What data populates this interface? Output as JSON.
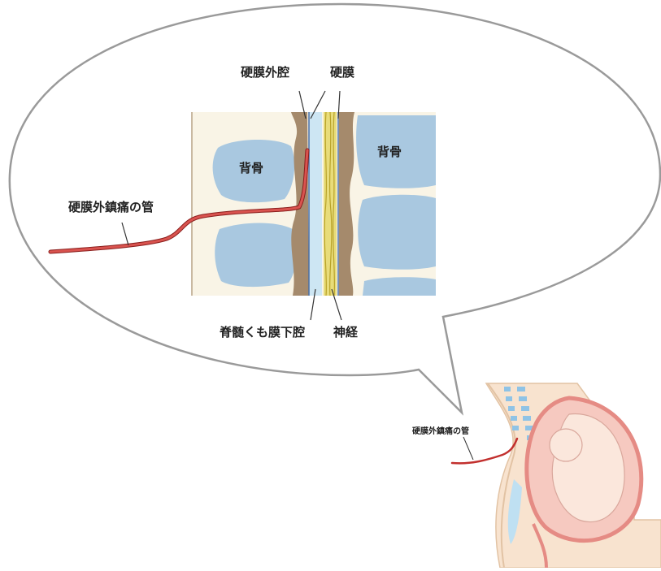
{
  "labels": {
    "epidural_space": "硬膜外腔",
    "dura_mater": "硬膜",
    "vertebra_upper": "背骨",
    "vertebra_right": "背骨",
    "catheter": "硬膜外鎮痛の管",
    "subarachnoid_space": "脊髄くも膜下腔",
    "nerve": "神経",
    "catheter_small": "硬膜外鎮痛の管"
  },
  "colors": {
    "bone": "#a9c8e0",
    "tissue": "#a58a6c",
    "background_tissue": "#f9f4e6",
    "catheter": "#c2302e",
    "fluid": "#cde6f3",
    "nerve": "#d6c743",
    "skin": "#f8e3cf",
    "uterus": "#e58b84",
    "bubble_outline": "#9a9a9a"
  }
}
